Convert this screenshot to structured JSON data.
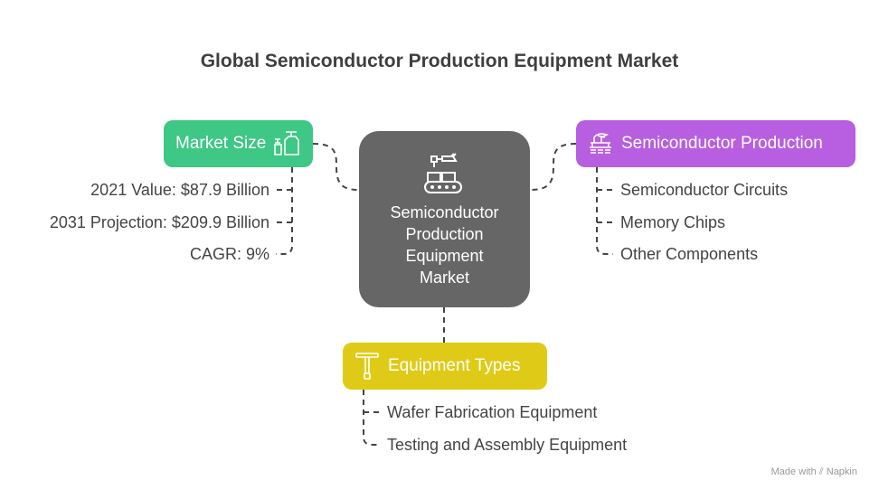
{
  "title": "Global Semiconductor Production Equipment Market",
  "center": {
    "label_lines": [
      "Semiconductor",
      "Production",
      "Equipment",
      "Market"
    ],
    "icon": "robot-arm-conveyor-icon"
  },
  "branches": {
    "market_size": {
      "label": "Market Size",
      "icon": "bottles-measure-icon",
      "color": "#3ec785",
      "items": [
        "2021 Value: $87.9 Billion",
        "2031 Projection: $209.9 Billion",
        "CAGR: 9%"
      ]
    },
    "semiconductor_production": {
      "label": "Semiconductor Production",
      "icon": "chip-machine-icon",
      "color": "#b85ee0",
      "items": [
        "Semiconductor Circuits",
        "Memory Chips",
        "Other Components"
      ]
    },
    "equipment_types": {
      "label": "Equipment Types",
      "icon": "t-tool-icon",
      "color": "#dfcb17",
      "items": [
        "Wafer Fabrication Equipment",
        "Testing and Assembly Equipment"
      ]
    }
  },
  "footer": {
    "made_with": "Made with",
    "brand": "Napkin"
  }
}
